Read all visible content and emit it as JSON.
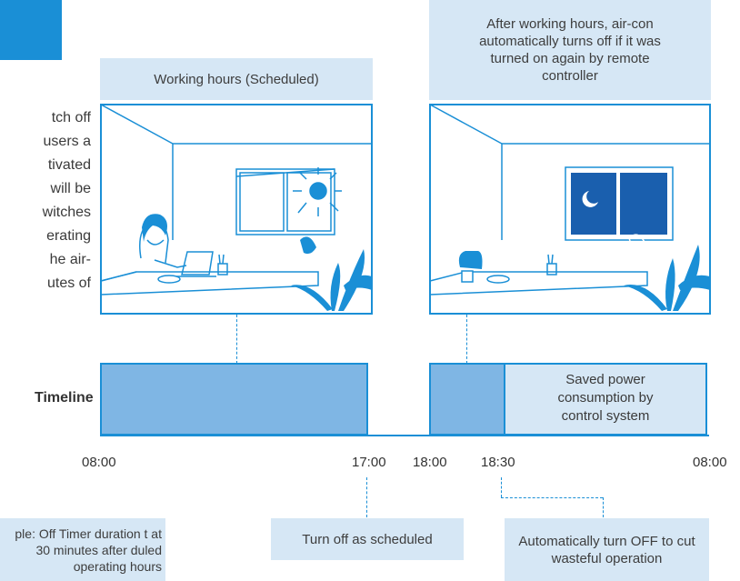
{
  "colors": {
    "accent": "#1a8fd6",
    "bar_dark": "#7fb6e4",
    "bar_mid": "#93c3ea",
    "bar_light": "#d6e7f5",
    "label_bg": "#d6e7f5"
  },
  "body_text_lines": [
    "tch off",
    "users a",
    "tivated",
    "will be",
    "witches",
    "erating",
    "he air-",
    "utes of"
  ],
  "scene_left_label": "Working hours (Scheduled)",
  "scene_right_label": "After working hours, air-con automatically turns off if it was turned on again by remote controller",
  "timeline": {
    "label": "Timeline",
    "saved_text": "Saved power consumption by control system",
    "times": [
      "08:00",
      "17:00",
      "18:00",
      "18:30",
      "08:00"
    ]
  },
  "notes": {
    "example": "ple: Off Timer duration t at 30 minutes after duled operating hours",
    "turn_off": "Turn off as scheduled",
    "auto_off": "Automatically turn OFF to cut wasteful operation"
  },
  "icons": [
    "sun-icon",
    "moon-icon",
    "plant-icon",
    "laptop-icon",
    "chair-icon",
    "cup-icon"
  ]
}
